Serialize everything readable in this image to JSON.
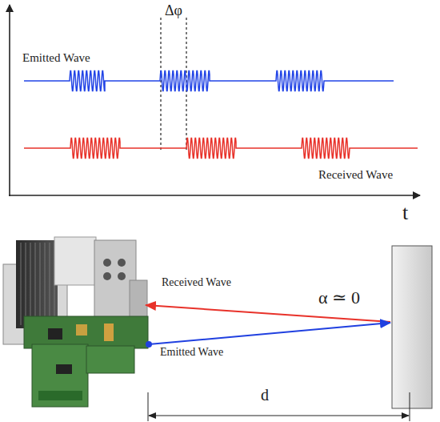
{
  "diagram": {
    "labels": [
      "Emitted Wave",
      "Δφ",
      "Received Wave",
      "t",
      "Received Wave",
      "α ≃ 0",
      "Emitted Wave",
      "d"
    ]
  }
}
